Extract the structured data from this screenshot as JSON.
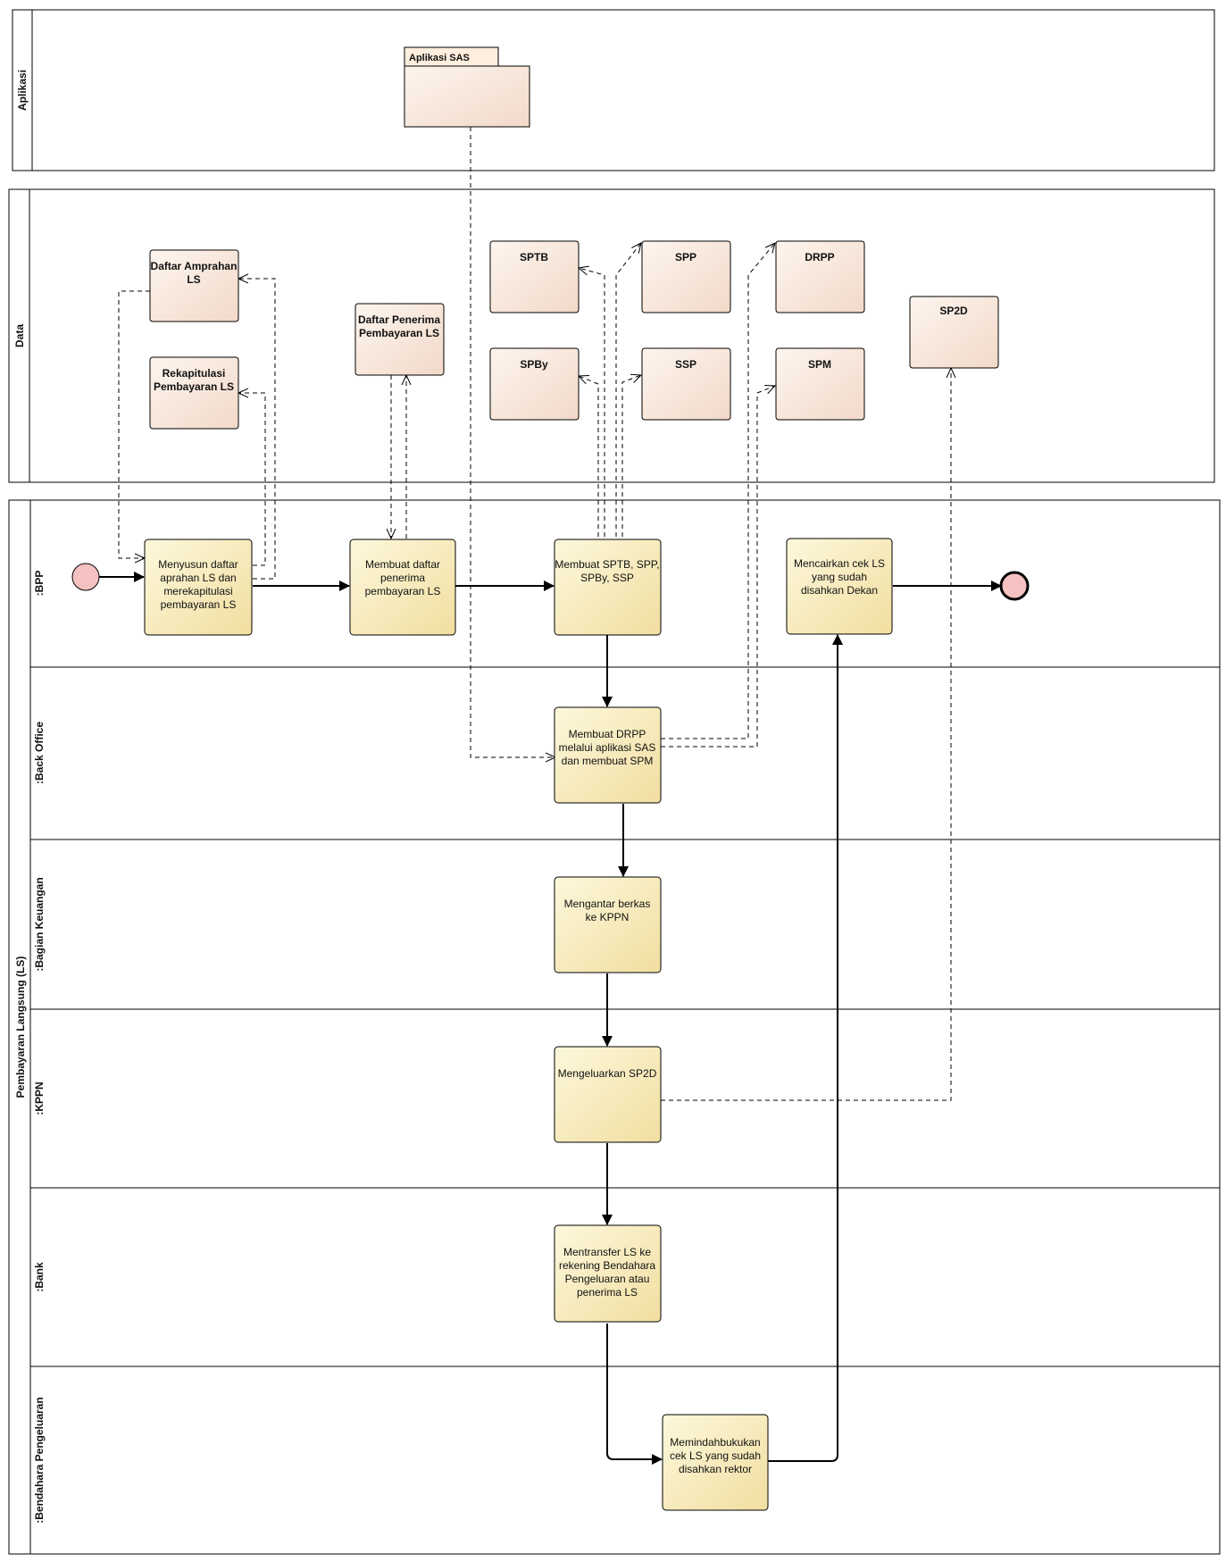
{
  "pools": {
    "aplikasi": {
      "label": "Aplikasi"
    },
    "data": {
      "label": "Data"
    },
    "main": {
      "label": "Pembayaran Langsung (LS)"
    }
  },
  "lanes": [
    {
      "id": "bpp",
      "label": ":BPP"
    },
    {
      "id": "backoffice",
      "label": ":Back Office"
    },
    {
      "id": "keuangan",
      "label": ":Bagian Keuangan"
    },
    {
      "id": "kppn",
      "label": ":KPPN"
    },
    {
      "id": "bank",
      "label": ":Bank"
    },
    {
      "id": "bendahara",
      "label": ":Bendahara Pengeluaran"
    }
  ],
  "package": {
    "label": "Aplikasi SAS"
  },
  "data_objects": [
    {
      "id": "daftar-amprahan",
      "lines": [
        "Daftar Amprahan",
        "LS"
      ]
    },
    {
      "id": "rekapitulasi",
      "lines": [
        "Rekapitulasi",
        "Pembayaran LS"
      ]
    },
    {
      "id": "daftar-penerima",
      "lines": [
        "Daftar Penerima",
        "Pembayaran LS"
      ]
    },
    {
      "id": "sptb",
      "lines": [
        "SPTB"
      ]
    },
    {
      "id": "spp",
      "lines": [
        "SPP"
      ]
    },
    {
      "id": "drpp",
      "lines": [
        "DRPP"
      ]
    },
    {
      "id": "spby",
      "lines": [
        "SPBy"
      ]
    },
    {
      "id": "ssp",
      "lines": [
        "SSP"
      ]
    },
    {
      "id": "spm",
      "lines": [
        "SPM"
      ]
    },
    {
      "id": "sp2d",
      "lines": [
        "SP2D"
      ]
    }
  ],
  "activities": [
    {
      "id": "menyusun",
      "lines": [
        "Menyusun daftar",
        "aprahan LS dan",
        "merekapitulasi",
        "pembayaran LS"
      ]
    },
    {
      "id": "membuat-daftar",
      "lines": [
        "Membuat daftar",
        "penerima",
        "pembayaran LS"
      ]
    },
    {
      "id": "membuat-sptb",
      "lines": [
        "Membuat SPTB, SPP,",
        "SPBy, SSP"
      ]
    },
    {
      "id": "mencairkan",
      "lines": [
        "Mencairkan cek LS",
        "yang sudah",
        "disahkan Dekan"
      ]
    },
    {
      "id": "membuat-drpp",
      "lines": [
        "Membuat DRPP",
        "melalui aplikasi SAS",
        "dan membuat SPM"
      ]
    },
    {
      "id": "mengantar",
      "lines": [
        "Mengantar berkas",
        "ke KPPN"
      ]
    },
    {
      "id": "mengeluarkan",
      "lines": [
        "Mengeluarkan SP2D"
      ]
    },
    {
      "id": "mentransfer",
      "lines": [
        "Mentransfer LS ke",
        "rekening Bendahara",
        "Pengeluaran atau",
        "penerima LS"
      ]
    },
    {
      "id": "memindahbukukan",
      "lines": [
        "Memindahbukukan",
        "cek LS yang sudah",
        "disahkan rektor"
      ]
    }
  ],
  "colors": {
    "activity_fill_top": "#fdf6d2",
    "activity_fill_bottom": "#f3e2a6",
    "data_fill_top": "#fdf3ea",
    "data_fill_bottom": "#f3dccd",
    "event_fill": "#f6c1c1",
    "stroke": "#000000"
  }
}
